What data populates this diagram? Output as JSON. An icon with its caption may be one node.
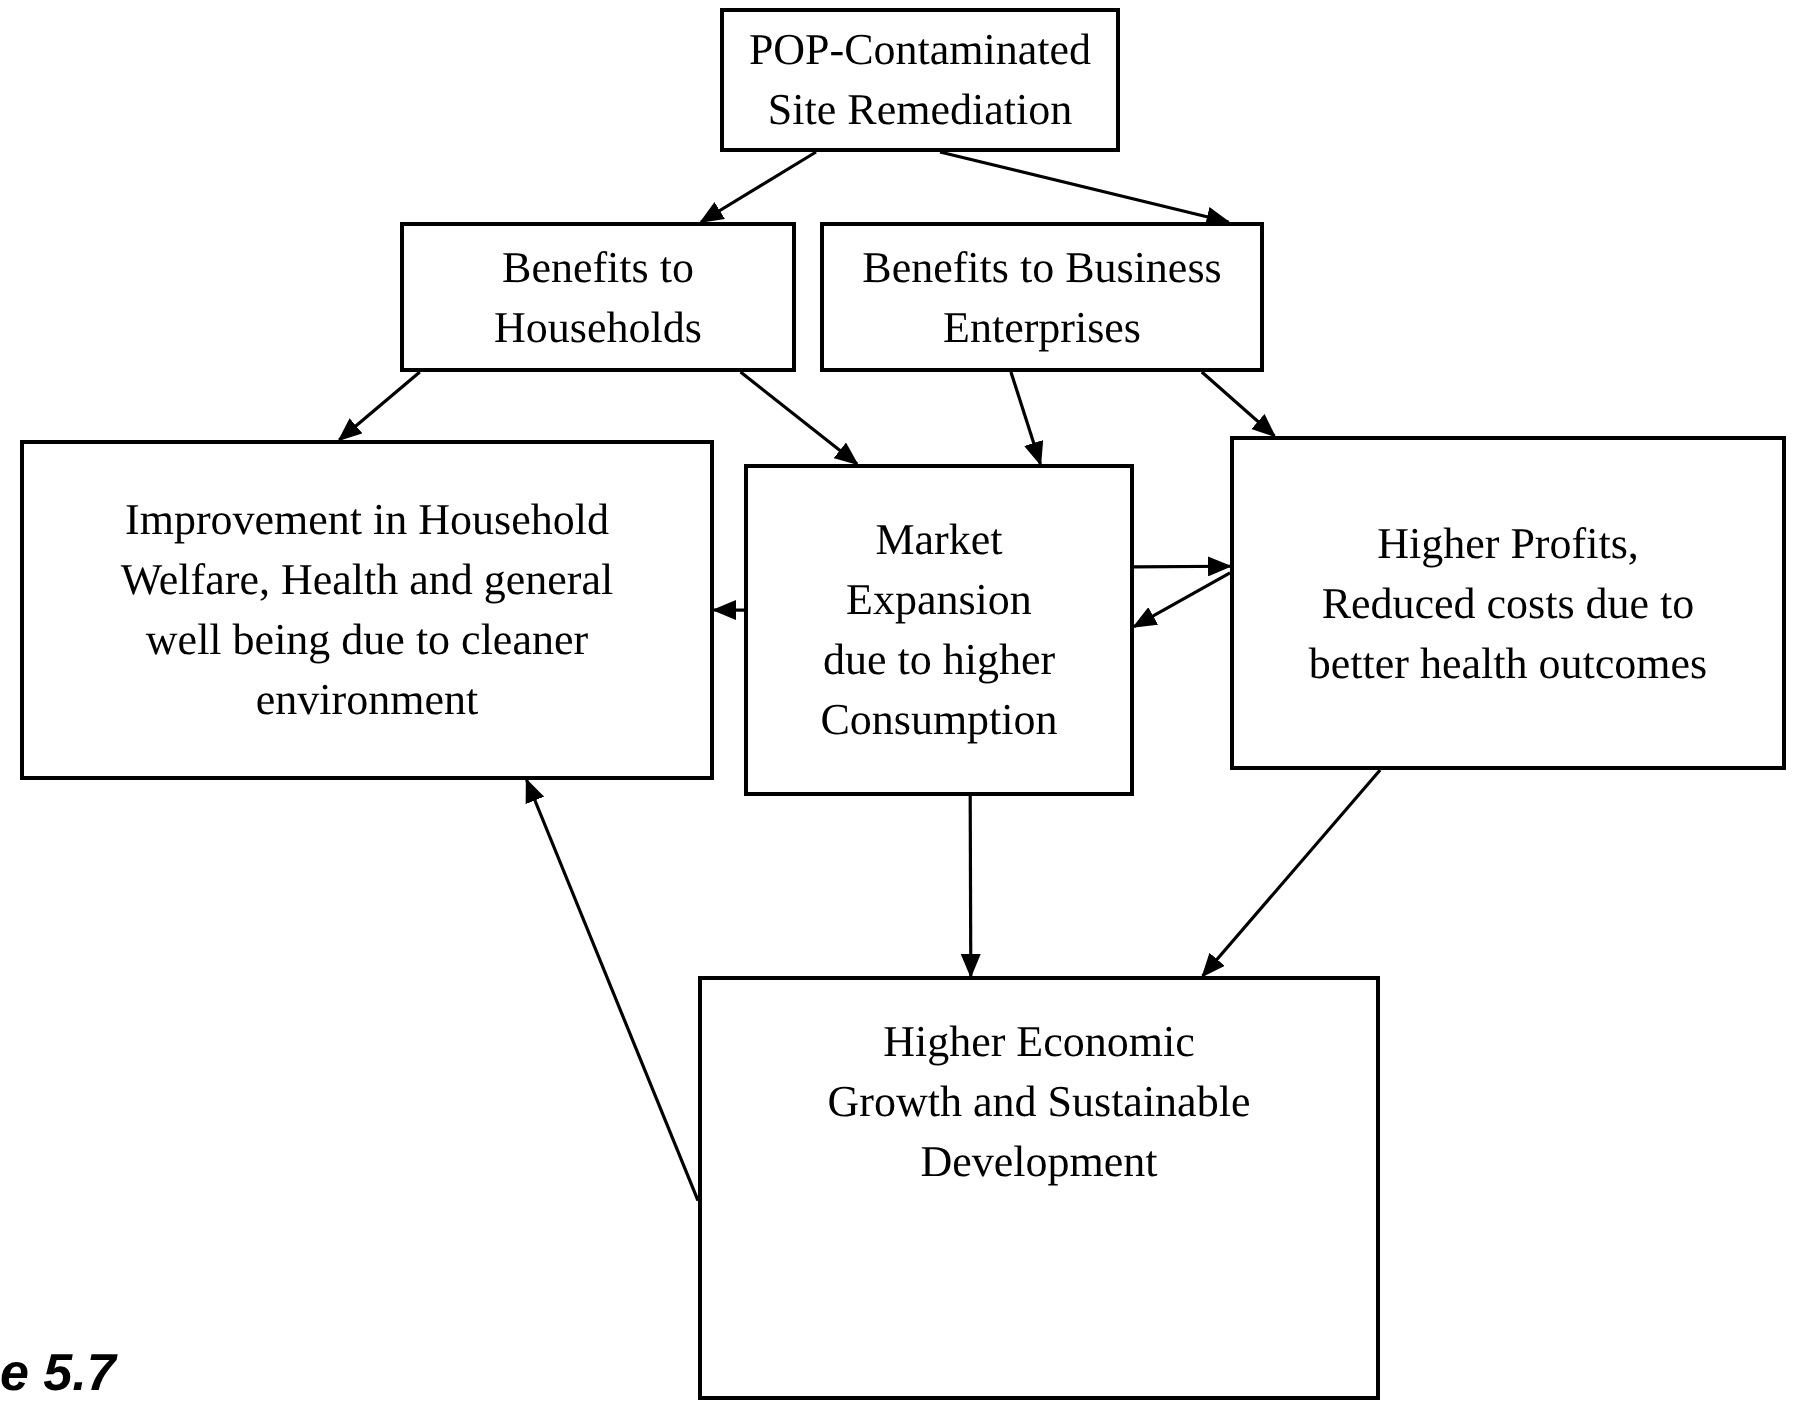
{
  "diagram": {
    "nodes": [
      {
        "text": [
          "POP-Contaminated Site Remediation"
        ]
      },
      {
        "text": [
          "Benefits to Households"
        ]
      },
      {
        "text": [
          "Benefits to Business Enterprises"
        ]
      },
      {
        "text": [
          "Improvement in Household Welfare, Health and general well being due to cleaner environment"
        ]
      },
      {
        "text": [
          "Market Expansion due to higher Consumption"
        ]
      },
      {
        "text": [
          "Higher Profits, Reduced costs due to better health outcomes"
        ]
      },
      {
        "text": [
          "Higher Economic Growth and Sustainable Development"
        ]
      }
    ],
    "edges": [
      {
        "from": 0,
        "to": 1,
        "arrow": "to"
      },
      {
        "from": 0,
        "to": 2,
        "arrow": "to"
      },
      {
        "from": 1,
        "to": 3,
        "arrow": "to"
      },
      {
        "from": 1,
        "to": 4,
        "arrow": "to"
      },
      {
        "from": 2,
        "to": 4,
        "arrow": "to"
      },
      {
        "from": 2,
        "to": 5,
        "arrow": "to"
      },
      {
        "from": 4,
        "to": 3,
        "arrow": "to"
      },
      {
        "from": 4,
        "to": 5,
        "arrow": "to"
      },
      {
        "from": 5,
        "to": 4,
        "arrow": "to"
      },
      {
        "from": 4,
        "to": 6,
        "arrow": "to"
      },
      {
        "from": 5,
        "to": 6,
        "arrow": "to"
      },
      {
        "from": 6,
        "to": 3,
        "arrow": "to"
      }
    ],
    "labels": [
      "e 5.7"
    ]
  }
}
